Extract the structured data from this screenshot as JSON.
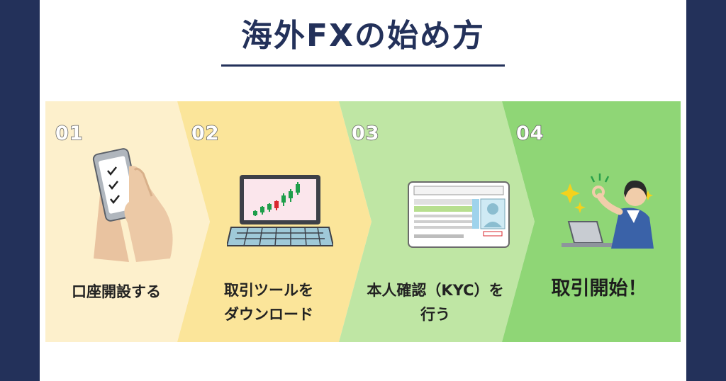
{
  "page": {
    "title": "海外FXの始め方"
  },
  "colors": {
    "navy": "#23315a",
    "step1": "#fdf0cc",
    "step2": "#fbe59a",
    "step3": "#bfe6a4",
    "step4": "#8fd676"
  },
  "steps": [
    {
      "number": "01",
      "label": "口座開設する",
      "icon": "smartphone-checklist-icon"
    },
    {
      "number": "02",
      "label": "取引ツールを\nダウンロード",
      "icon": "laptop-chart-icon"
    },
    {
      "number": "03",
      "label": "本人確認（KYC）を\n行う",
      "icon": "id-card-icon"
    },
    {
      "number": "04",
      "label": "取引開始！",
      "icon": "person-ok-icon"
    }
  ]
}
